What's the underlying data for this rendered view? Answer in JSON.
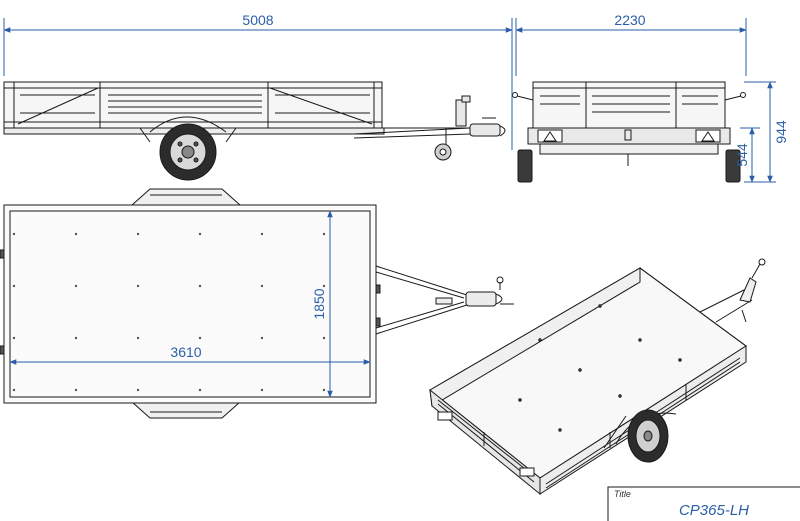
{
  "drawing": {
    "dimensions": {
      "overall_length": "5008",
      "overall_width": "2230",
      "overall_height": "944",
      "side_height": "544",
      "bed_length": "3610",
      "bed_width": "1850"
    },
    "title_block": {
      "label": "Title",
      "value": "CP365-LH"
    },
    "colors": {
      "line": "#1a1a1a",
      "dimension": "#2a5fa8",
      "fill": "#f4f4f4"
    }
  }
}
